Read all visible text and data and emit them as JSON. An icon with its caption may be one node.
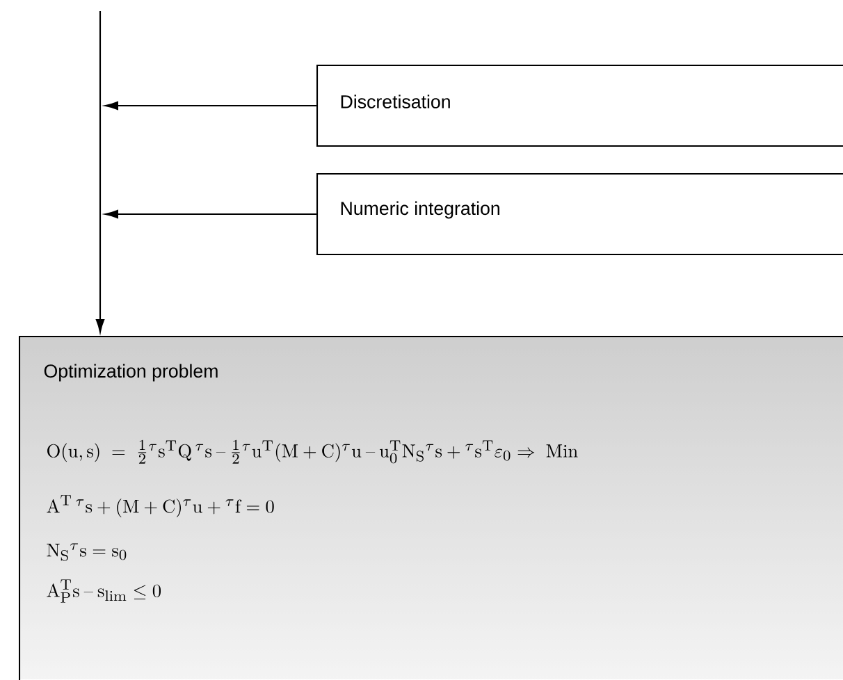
{
  "diagram": {
    "nodes": [
      {
        "text": [
          "Discretisation"
        ]
      },
      {
        "text": [
          "Numeric integration"
        ]
      },
      {
        "text": [
          "Optimization problem",
          "O(u,s)\\;=\\;\\frac{1}{2}{}^{\\tau}s^{T}Q\\,{}^{\\tau}s-\\frac{1}{2}{}^{\\tau}u^{T}(M+C)^{\\tau}u-u_0^{T}N_S{}^{\\tau}s+{}^{\\tau}s^{T}\\varepsilon_0\\Rightarrow\\;Min",
          "A^{T}\\,{}^{\\tau}s+(M+C)^{\\tau}u+{}^{\\tau}f=0",
          "N_S{}^{\\tau}s=s_0",
          "A_P^{T}s-s_{lim}\\le 0"
        ]
      }
    ],
    "edges": [
      {
        "from": 0,
        "to": null,
        "arrow": "to"
      },
      {
        "from": 1,
        "to": null,
        "arrow": "to"
      },
      {
        "from": null,
        "to": 2,
        "arrow": "to"
      }
    ]
  }
}
